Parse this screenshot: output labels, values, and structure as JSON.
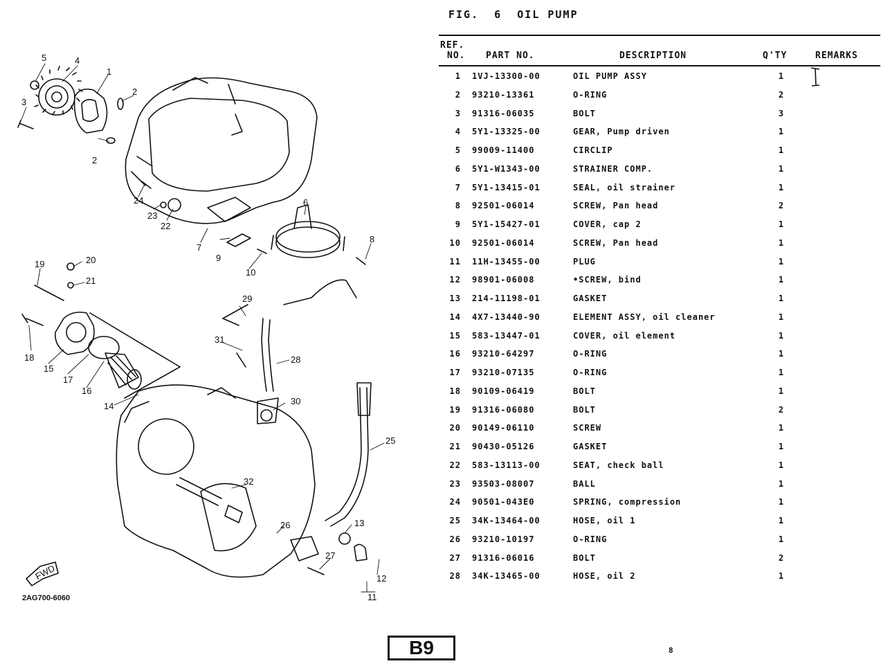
{
  "header": {
    "fig_title": "FIG.  6  OIL PUMP",
    "col_ref_line1": "REF.",
    "col_ref_line2": "NO.",
    "col_part": "PART NO.",
    "col_desc": "DESCRIPTION",
    "col_qty": "Q'TY",
    "col_remarks": "REMARKS"
  },
  "parts": [
    {
      "ref": "1",
      "part_no": "1VJ-13300-00",
      "desc": "OIL PUMP ASSY",
      "qty": "1"
    },
    {
      "ref": "2",
      "part_no": "93210-13361",
      "desc": "O-RING",
      "qty": "2"
    },
    {
      "ref": "3",
      "part_no": "91316-06035",
      "desc": "BOLT",
      "qty": "3"
    },
    {
      "ref": "4",
      "part_no": "5Y1-13325-00",
      "desc": "GEAR, Pump driven",
      "qty": "1"
    },
    {
      "ref": "5",
      "part_no": "99009-11400",
      "desc": "CIRCLIP",
      "qty": "1"
    },
    {
      "ref": "6",
      "part_no": "5Y1-W1343-00",
      "desc": "STRAINER COMP.",
      "qty": "1"
    },
    {
      "ref": "7",
      "part_no": "5Y1-13415-01",
      "desc": "SEAL, oil strainer",
      "qty": "1"
    },
    {
      "ref": "8",
      "part_no": "92501-06014",
      "desc": "SCREW, Pan head",
      "qty": "2"
    },
    {
      "ref": "9",
      "part_no": "5Y1-15427-01",
      "desc": "COVER, cap 2",
      "qty": "1"
    },
    {
      "ref": "10",
      "part_no": "92501-06014",
      "desc": "SCREW, Pan head",
      "qty": "1"
    },
    {
      "ref": "11",
      "part_no": "11H-13455-00",
      "desc": "PLUG",
      "qty": "1"
    },
    {
      "ref": "12",
      "part_no": "98901-06008",
      "desc": "•SCREW, bind",
      "qty": "1"
    },
    {
      "ref": "13",
      "part_no": "214-11198-01",
      "desc": "GASKET",
      "qty": "1"
    },
    {
      "ref": "14",
      "part_no": "4X7-13440-90",
      "desc": "ELEMENT ASSY, oil cleaner",
      "qty": "1"
    },
    {
      "ref": "15",
      "part_no": "583-13447-01",
      "desc": "COVER, oil element",
      "qty": "1"
    },
    {
      "ref": "16",
      "part_no": "93210-64297",
      "desc": "O-RING",
      "qty": "1"
    },
    {
      "ref": "17",
      "part_no": "93210-07135",
      "desc": "O-RING",
      "qty": "1"
    },
    {
      "ref": "18",
      "part_no": "90109-06419",
      "desc": "BOLT",
      "qty": "1"
    },
    {
      "ref": "19",
      "part_no": "91316-06080",
      "desc": "BOLT",
      "qty": "2"
    },
    {
      "ref": "20",
      "part_no": "90149-06110",
      "desc": "SCREW",
      "qty": "1"
    },
    {
      "ref": "21",
      "part_no": "90430-05126",
      "desc": "GASKET",
      "qty": "1"
    },
    {
      "ref": "22",
      "part_no": "583-13113-00",
      "desc": "SEAT, check ball",
      "qty": "1"
    },
    {
      "ref": "23",
      "part_no": "93503-08007",
      "desc": "BALL",
      "qty": "1"
    },
    {
      "ref": "24",
      "part_no": "90501-043E0",
      "desc": "SPRING, compression",
      "qty": "1"
    },
    {
      "ref": "25",
      "part_no": "34K-13464-00",
      "desc": "HOSE, oil 1",
      "qty": "1"
    },
    {
      "ref": "26",
      "part_no": "93210-10197",
      "desc": "O-RING",
      "qty": "1"
    },
    {
      "ref": "27",
      "part_no": "91316-06016",
      "desc": "BOLT",
      "qty": "2"
    },
    {
      "ref": "28",
      "part_no": "34K-13465-00",
      "desc": "HOSE, oil 2",
      "qty": "1"
    }
  ],
  "diagram": {
    "callouts": [
      "1",
      "2",
      "2",
      "3",
      "4",
      "5",
      "6",
      "7",
      "8",
      "9",
      "10",
      "11",
      "12",
      "13",
      "14",
      "15",
      "16",
      "17",
      "18",
      "19",
      "20",
      "21",
      "22",
      "23",
      "24",
      "25",
      "26",
      "27",
      "28",
      "29",
      "30",
      "31",
      "32"
    ],
    "front_label": "FWD",
    "doc_id": "2AG700-6060"
  },
  "footer": {
    "page_tab": "B9",
    "page_number": "8"
  }
}
